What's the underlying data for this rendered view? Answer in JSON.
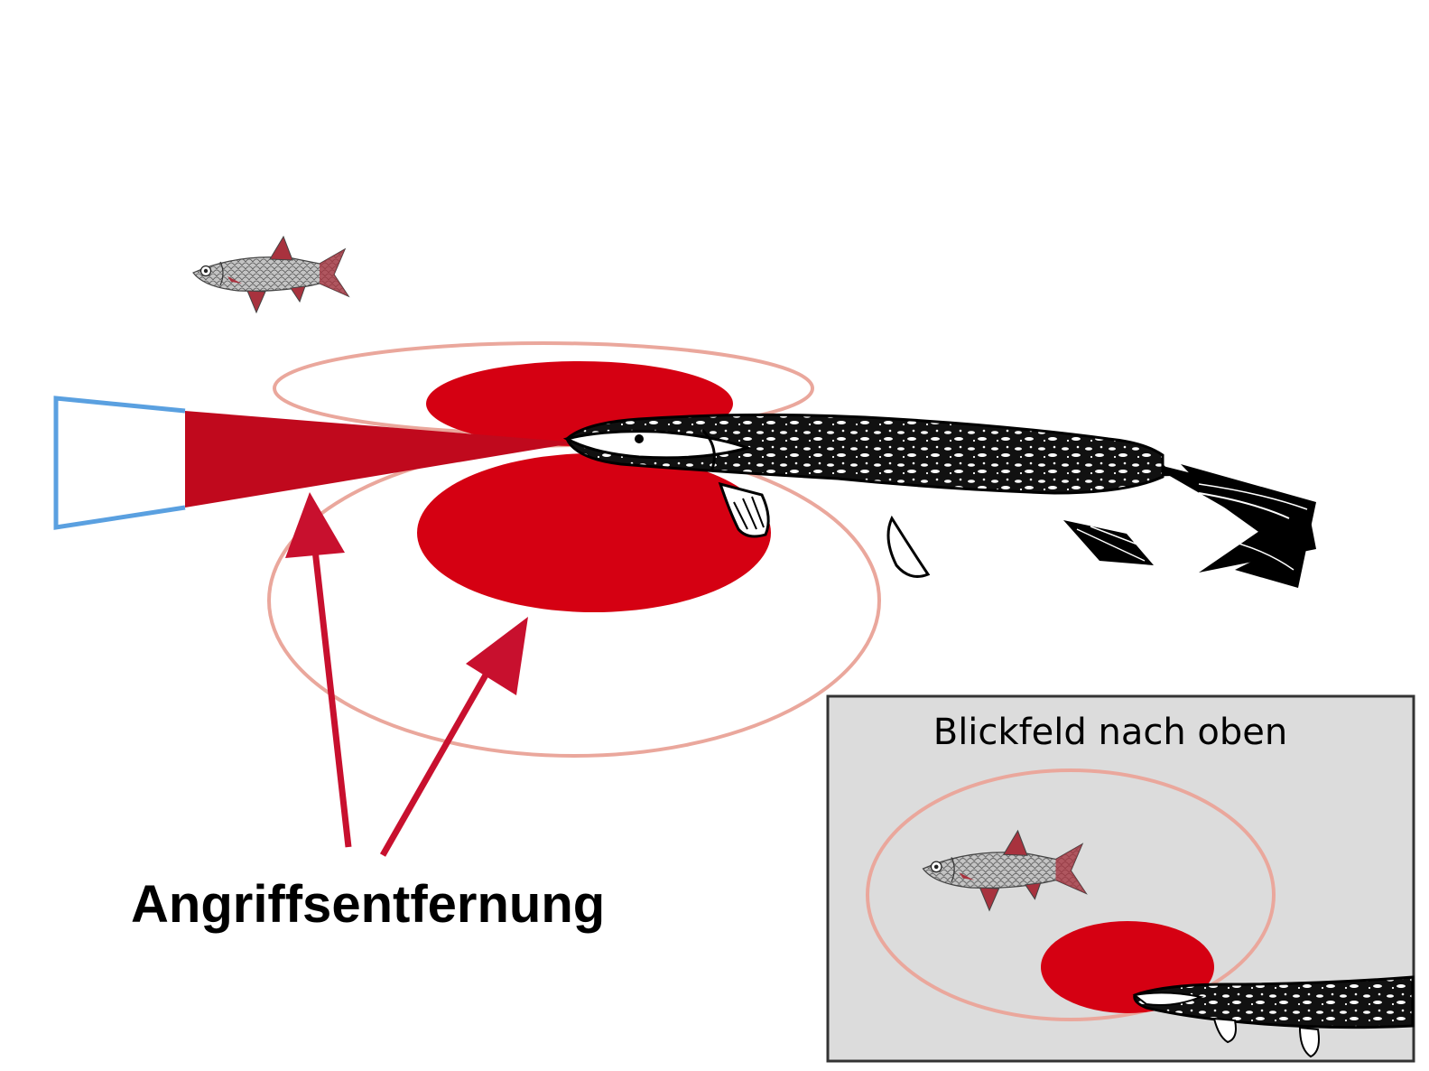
{
  "labels": {
    "attack_distance": "Angriffsentfernung",
    "inset_title": "Blickfeld nach oben"
  },
  "colors": {
    "zone_fill": "#d50012",
    "cone_fill": "#c0091d",
    "arrow": "#c8102e",
    "ring": "#eaa79c",
    "field_outline": "#5aa0e0",
    "inset_bg": "#dcdcdc",
    "inset_border": "#333333",
    "pike": "#000000",
    "prey_body": "#bdbdbd",
    "prey_fins": "#9b2c3a"
  },
  "icons": [
    "pike-fish-illustration",
    "prey-fish-illustration"
  ]
}
